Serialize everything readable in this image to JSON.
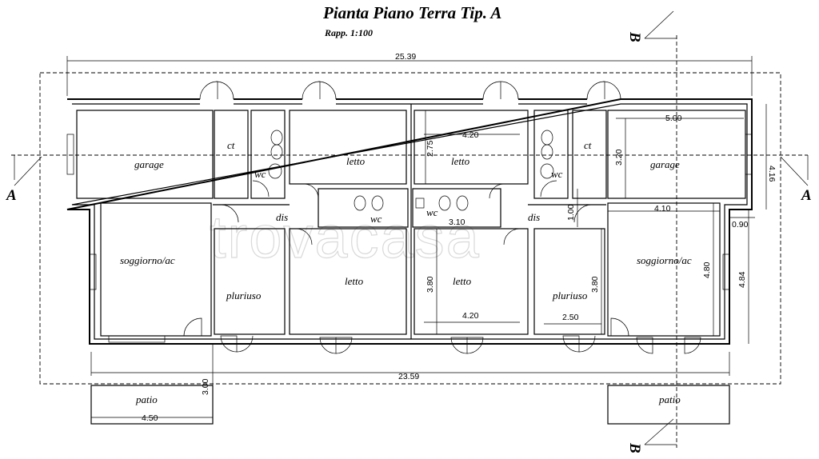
{
  "title": "Pianta Piano Terra Tip. A",
  "scale": "Rapp. 1:100",
  "watermark": "trovacasa",
  "sections": {
    "a_left": "A",
    "a_right": "A",
    "b_top": "B",
    "b_bottom": "B"
  },
  "rooms": {
    "garage_left": "garage",
    "ct_left": "ct",
    "wc_left": "wc",
    "letto_top_left": "letto",
    "letto_top_right": "letto",
    "wc_right": "wc",
    "ct_right": "ct",
    "garage_right": "garage",
    "wc_center_left": "wc",
    "wc_center_right": "wc",
    "dis_left": "dis",
    "dis_right": "dis",
    "soggiorno_left": "soggiorno/ac",
    "pluriuso_left": "pluriuso",
    "letto_bottom_left": "letto",
    "letto_bottom_right": "letto",
    "pluriuso_right": "pluriuso",
    "soggiorno_right": "soggiorno/ac",
    "patio_left": "patio",
    "patio_right": "patio"
  },
  "dimensions": {
    "overall_top": "25.39",
    "overall_bottom": "23.59",
    "d_4_20_top": "4.20",
    "d_2_75": "2.75",
    "d_5_00": "5.00",
    "d_3_20": "3.20",
    "d_4_16": "4.16",
    "d_4_10": "4.10",
    "d_0_90": "0.90",
    "d_1_00": "1.00",
    "d_3_10": "3.10",
    "d_3_80_center": "3.80",
    "d_4_20_bottom": "4.20",
    "d_3_80_right": "3.80",
    "d_2_50": "2.50",
    "d_4_80": "4.80",
    "d_4_84": "4.84",
    "d_3_00": "3.00",
    "d_4_50": "4.50"
  }
}
